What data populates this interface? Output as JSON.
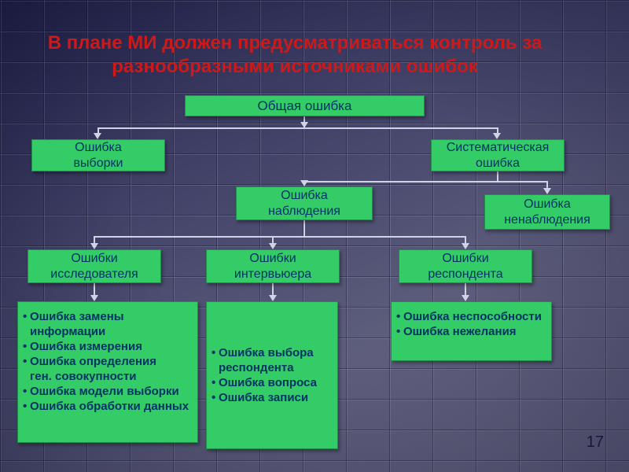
{
  "slide": {
    "title": "В плане МИ должен предусматриваться контроль за разнообразными источниками ошибок",
    "page_number": "17"
  },
  "colors": {
    "box_fill": "#33cc66",
    "box_border": "#1d8f47",
    "box_text": "#003366",
    "title_text": "#cc1a1a",
    "connector": "#cfd4e4",
    "background_top": "#23234a",
    "background_bottom": "#6d6d88"
  },
  "diagram": {
    "nodes": {
      "total": {
        "label": "Общая ошибка"
      },
      "sampling": {
        "label": "Ошибка\nвыборки"
      },
      "systematic": {
        "label": "Систематическая\nошибка"
      },
      "observation": {
        "label": "Ошибка\nнаблюдения"
      },
      "nonobservation": {
        "label": "Ошибка\nненаблюдения"
      },
      "researcher": {
        "label": "Ошибки\nисследователя"
      },
      "interviewer": {
        "label": "Ошибки\nинтервьюера"
      },
      "respondent": {
        "label": "Ошибки\nреспондента"
      }
    },
    "details": {
      "researcher": {
        "items": [
          "Ошибка замены\nинформации",
          "Ошибка измерения",
          "Ошибка определения\nген. совокупности",
          "Ошибка модели выборки",
          "Ошибка обработки данных"
        ]
      },
      "interviewer": {
        "items": [
          "Ошибка выбора\nреспондента",
          "Ошибка вопроса",
          "Ошибка записи"
        ]
      },
      "respondent": {
        "items": [
          "Ошибка неспособности",
          "Ошибка нежелания"
        ]
      }
    }
  }
}
